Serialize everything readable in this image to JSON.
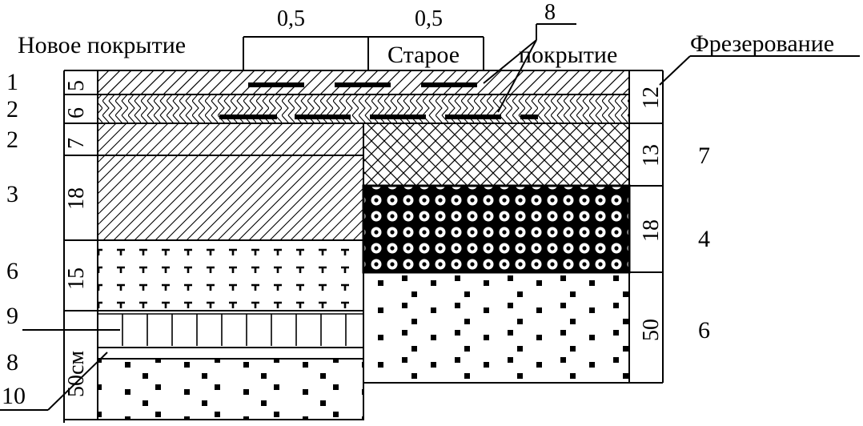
{
  "labels": {
    "new_surface": "Новое покрытие",
    "old_surface": "Старое",
    "old_surface_2": "покрытие",
    "milling": "Фрезерование",
    "top_dim_left": "0,5",
    "top_dim_right": "0,5",
    "leader_8": "8"
  },
  "left_numbers": [
    "1",
    "2",
    "2",
    "3",
    "6",
    "9",
    "8",
    "10"
  ],
  "left_thickness": [
    "5",
    "6",
    "7",
    "18",
    "15",
    "50см"
  ],
  "right_thickness": [
    "12",
    "13",
    "18",
    "50"
  ],
  "right_numbers": [
    "7",
    "4",
    "6"
  ]
}
